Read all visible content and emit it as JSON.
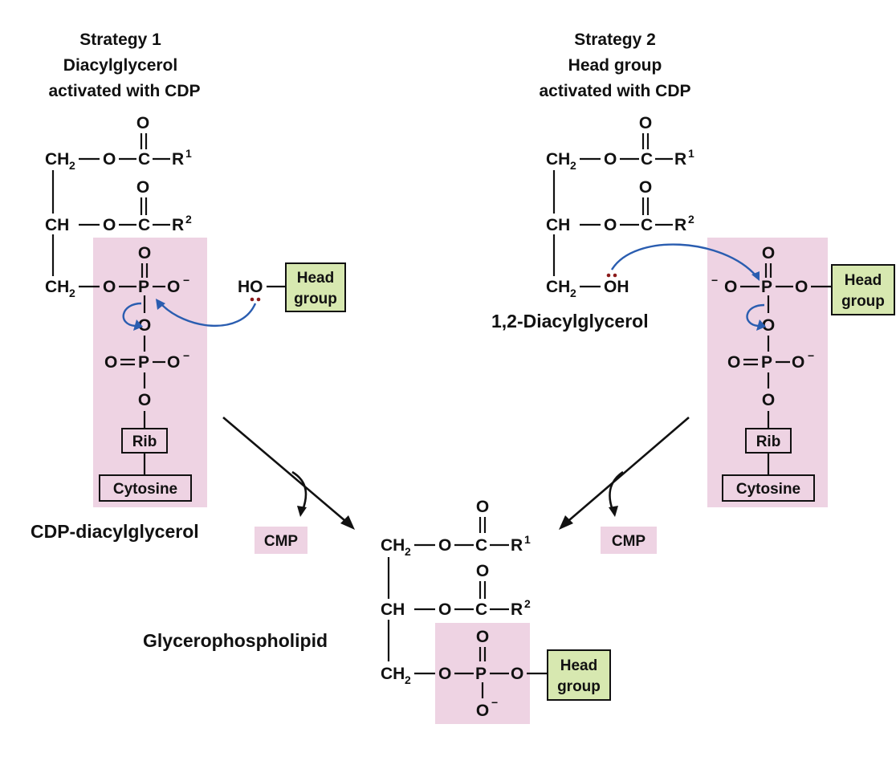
{
  "strategy1": {
    "title": [
      "Strategy 1",
      "Diacylglycerol",
      "activated with CDP"
    ],
    "product_label": "CDP-diacylglycerol",
    "byproduct": "CMP"
  },
  "strategy2": {
    "title": [
      "Strategy 2",
      "Head group",
      "activated with CDP"
    ],
    "substrate_label": "1,2-Diacylglycerol",
    "byproduct": "CMP"
  },
  "final": {
    "label": "Glycerophospholipid"
  },
  "boxes": {
    "head_group": [
      "Head",
      "group"
    ],
    "ribose": "Rib",
    "cytosine": "Cytosine"
  },
  "colors": {
    "pink": "#eed3e3",
    "green": "#d7e8b0",
    "curve_arrow": "#2a5db0",
    "lone_pair": "#8b1a1a"
  }
}
